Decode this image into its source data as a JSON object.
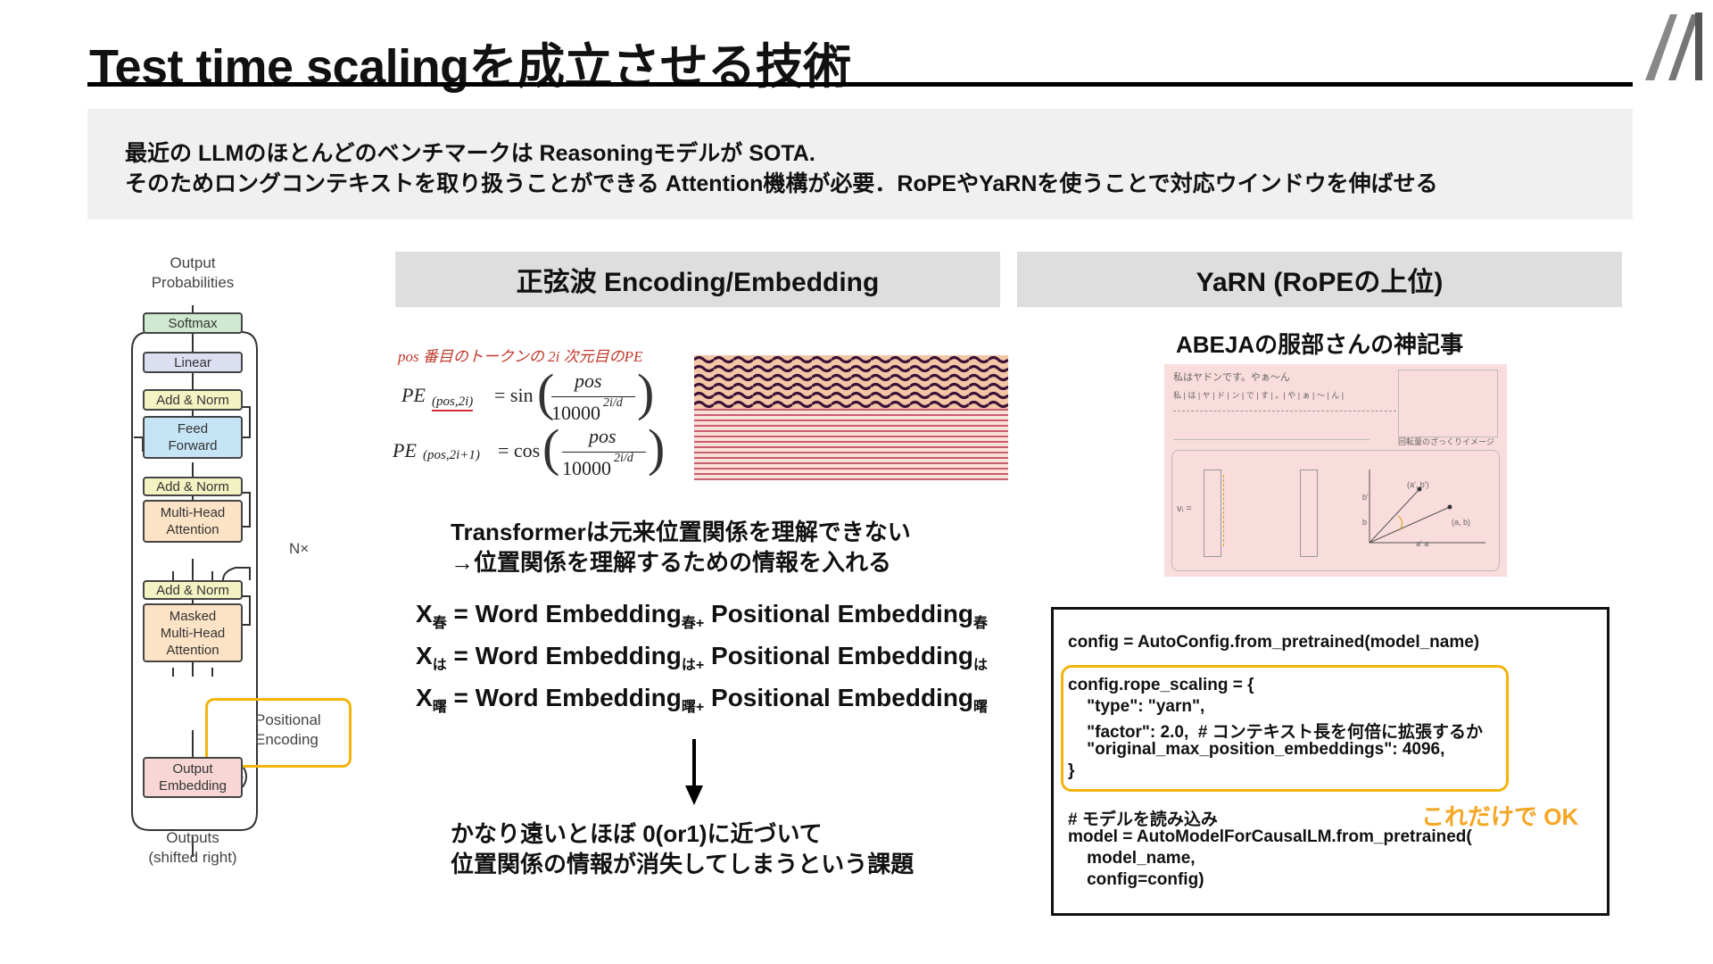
{
  "slide": {
    "title": "Test time scalingを成立させる技術",
    "intro_line1": "最近の LLMのほとんどのベンチマークは Reasoningモデルが SOTA.",
    "intro_line2": "そのためロングコンテキストを取り扱うことができる Attention機構が必要．RoPEやYaRNを使うことで対応ウインドウを伸ばせる"
  },
  "transformer_diagram": {
    "output_label_1": "Output",
    "output_label_2": "Probabilities",
    "softmax": "Softmax",
    "linear": "Linear",
    "add_norm": "Add & Norm",
    "feed_forward_1": "Feed",
    "feed_forward_2": "Forward",
    "mha_1": "Multi-Head",
    "mha_2": "Attention",
    "masked_1": "Masked",
    "masked_2": "Multi-Head",
    "masked_3": "Attention",
    "nx": "N×",
    "positional_1": "Positional",
    "positional_2": "Encoding",
    "output_emb_1": "Output",
    "output_emb_2": "Embedding",
    "outputs_1": "Outputs",
    "outputs_2": "(shifted right)"
  },
  "sine_section": {
    "header": "正弦波 Encoding/Embedding",
    "formula_caption": "pos 番目のトークンの 2i 次元目のPE",
    "formula_sin_lhs": "PE",
    "formula_sin_sub": "(pos,2i)",
    "formula_sin_fn": "= sin",
    "formula_cos_lhs": "PE",
    "formula_cos_sub": "(pos,2i+1)",
    "formula_cos_fn": "= cos",
    "formula_num": "pos",
    "formula_den": "10000",
    "formula_exp": "2i/d",
    "note_1": "Transformerは元来位置関係を理解できない",
    "note_2": "→位置関係を理解するための情報を入れる",
    "emb_rows": [
      {
        "x": "X",
        "tok": "春",
        "eq": "= Word Embedding",
        "plus": "+",
        "pe": "Positional Embedding"
      },
      {
        "x": "X",
        "tok": "は",
        "eq": "= Word Embedding",
        "plus": "+",
        "pe": "Positional Embedding"
      },
      {
        "x": "X",
        "tok": "曙",
        "eq": "= Word Embedding",
        "plus": "+",
        "pe": "Positional Embedding"
      }
    ],
    "issue_1": "かなり遠いとほぼ 0(or1)に近づいて",
    "issue_2": "位置関係の情報が消失してしまうという課題"
  },
  "yarn_section": {
    "header": "YaRN (RoPEの上位)",
    "article_title": "ABEJAの服部さんの神記事",
    "thumb_text_1": "私はヤドンです。やぁ〜ん",
    "thumb_text_2": "私 | は | ヤ | ド | ン | で | す | 。| や | ぁ | 〜 | ん |",
    "thumb_text_3": "回転量のざっくりイメージ",
    "thumb_text_4": "(a', b')",
    "thumb_text_5": "(a, b)",
    "thumb_text_6": "b'",
    "thumb_text_7": "b",
    "thumb_text_8": "a'  a",
    "thumb_text_9": "vᵢ ="
  },
  "code": {
    "line1": "config = AutoConfig.from_pretrained(model_name)",
    "line2": "config.rope_scaling = {",
    "line3": "    \"type\": \"yarn\",",
    "line4": "    \"factor\": 2.0,  # コンテキスト長を何倍に拡張するか",
    "line5": "    \"original_max_position_embeddings\": 4096,",
    "line6": "}",
    "line7": "# モデルを読み込み",
    "line8": "model = AutoModelForCausalLM.from_pretrained(",
    "line9": "    model_name,",
    "line10": "    config=config)",
    "ok_label": "これだけで OK"
  },
  "colors": {
    "accent_orange": "#f2b40d",
    "ok_text": "#f5a623",
    "softmax": "#cfead0",
    "linear": "#dcdff2",
    "add_norm": "#f3f2c2",
    "feed_forward": "#c5e4f5",
    "attention": "#fde3c6",
    "embedding": "#f8d6d6",
    "thumb_bg": "#f9dcdc"
  }
}
